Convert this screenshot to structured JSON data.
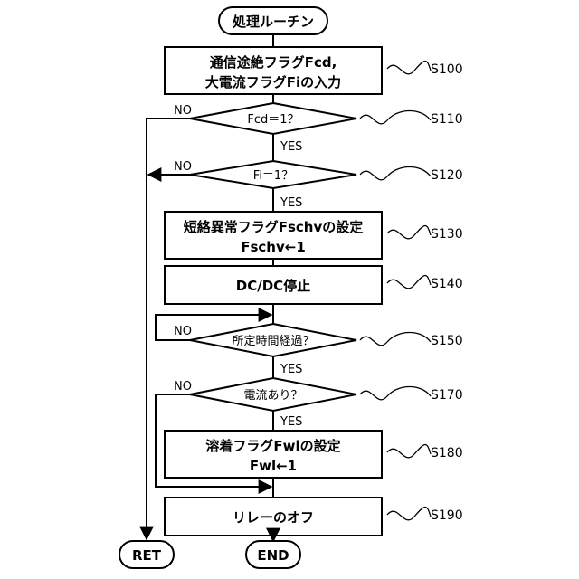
{
  "flowchart": {
    "start": "処理ルーチン",
    "steps": {
      "s100": {
        "line1": "通信途絶フラグFcd,",
        "line2": "大電流フラグFiの入力",
        "label": "S100"
      },
      "s110": {
        "text": "Fcd＝1？",
        "label": "S110"
      },
      "s120": {
        "text": "Fi＝1？",
        "label": "S120"
      },
      "s130": {
        "line1": "短絡異常フラグFschvの設定",
        "line2": "Fschv←1",
        "label": "S130"
      },
      "s140": {
        "text": "DC/DC停止",
        "label": "S140"
      },
      "s150": {
        "text": "所定時間経過？",
        "label": "S150"
      },
      "s170": {
        "text": "電流あり？",
        "label": "S170"
      },
      "s180": {
        "line1": "溶着フラグFwlの設定",
        "line2": "Fwl←1",
        "label": "S180"
      },
      "s190": {
        "text": "リレーのオフ",
        "label": "S190"
      }
    },
    "branch_labels": {
      "yes": "YES",
      "no": "NO"
    },
    "terminals": {
      "ret": "RET",
      "end": "END"
    }
  }
}
